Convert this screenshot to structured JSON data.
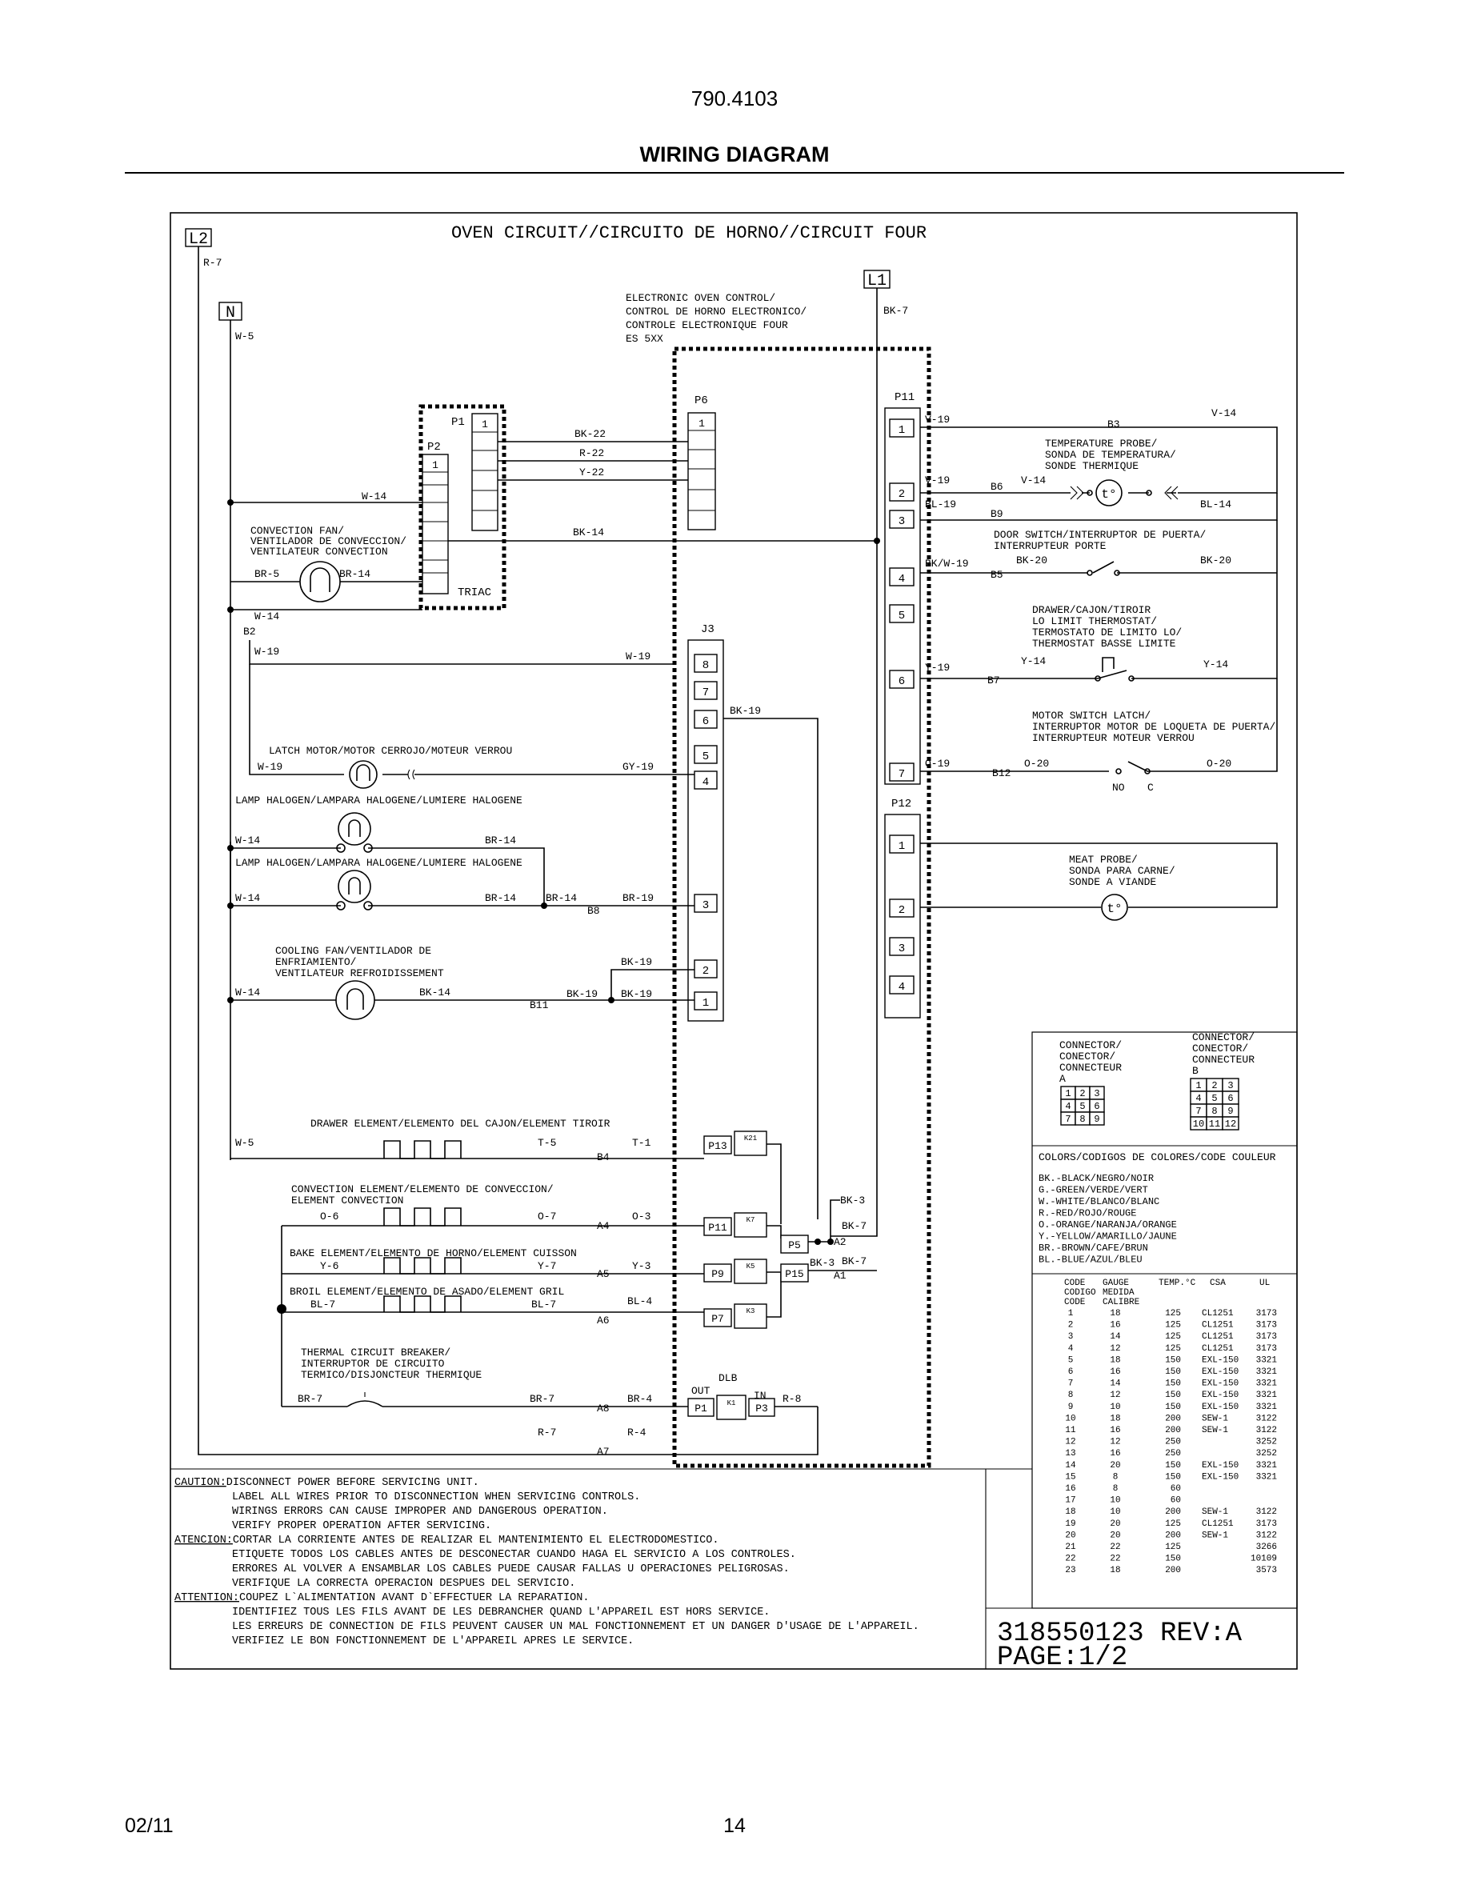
{
  "page": {
    "model": "790.4103",
    "title": "WIRING DIAGRAM",
    "date": "02/11",
    "page_number": "14"
  },
  "diagram": {
    "title": "OVEN CIRCUIT//CIRCUITO DE HORNO//CIRCUIT FOUR",
    "terminals": {
      "l2": "L2",
      "n": "N",
      "l1": "L1"
    },
    "control": {
      "lines": [
        "ELECTRONIC OVEN CONTROL/",
        "CONTROL DE HORNO ELECTRONICO/",
        "CONTROLE ELECTRONIQUE FOUR",
        "ES 5XX"
      ]
    },
    "connectors": {
      "p1": "P1",
      "p2": "P2",
      "p6": "P6",
      "p11": "P11",
      "p12": "P12",
      "j3": "J3",
      "triac": "TRIAC",
      "p13": "P13",
      "p11b": "P11",
      "p9": "P9",
      "p7": "P7",
      "p5": "P5",
      "p15": "P15",
      "p1b": "P1",
      "p3": "P3",
      "dlb": "DLB",
      "out": "OUT",
      "in": "IN",
      "k21": "K21",
      "k7": "K7",
      "k5": "K5",
      "k3": "K3",
      "k1": "K1"
    },
    "pins": {
      "one": "1",
      "two": "2",
      "three": "3",
      "four": "4",
      "five": "5",
      "six": "6",
      "seven": "7",
      "eight": "8"
    },
    "wires": {
      "r7": "R-7",
      "w5": "W-5",
      "bk7": "BK-7",
      "bk22": "BK-22",
      "r22": "R-22",
      "y22": "Y-22",
      "w14": "W-14",
      "bk14": "BK-14",
      "br5": "BR-5",
      "br14": "BR-14",
      "w19": "W-19",
      "gy19": "GY-19",
      "br19": "BR-19",
      "bk19": "BK-19",
      "t5": "T-5",
      "t1": "T-1",
      "o6": "O-6",
      "o7": "O-7",
      "o3": "O-3",
      "y6": "Y-6",
      "y7": "Y-7",
      "y3": "Y-3",
      "bl7": "BL-7",
      "bl4": "BL-4",
      "br7": "BR-7",
      "br4": "BR-4",
      "r8": "R-8",
      "r4": "R-4",
      "bk3": "BK-3",
      "v19": "V-19",
      "v14": "V-14",
      "bl19": "BL-19",
      "bl14": "BL-14",
      "bkw19": "BK/W-19",
      "bk20": "BK-20",
      "y19": "Y-19",
      "y14": "Y-14",
      "o19": "O-19",
      "o20": "O-20"
    },
    "nodes": {
      "b2": "B2",
      "b3": "B3",
      "b5": "B5",
      "b6": "B6",
      "b7": "B7",
      "b8": "B8",
      "b9": "B9",
      "b11": "B11",
      "b12": "B12",
      "b4": "B4",
      "a1": "A1",
      "a2": "A2",
      "a4": "A4",
      "a5": "A5",
      "a6": "A6",
      "a7": "A7",
      "a8": "A8",
      "no": "NO",
      "c": "C"
    },
    "components": {
      "conv_fan": [
        "CONVECTION FAN/",
        "VENTILADOR DE CONVECCION/",
        "VENTILATEUR CONVECTION"
      ],
      "latch_motor": "LATCH MOTOR/MOTOR CERROJO/MOTEUR VERROU",
      "lamp1": "LAMP HALOGEN/LAMPARA HALOGENE/LUMIERE HALOGENE",
      "lamp2": "LAMP HALOGEN/LAMPARA HALOGENE/LUMIERE HALOGENE",
      "cooling_fan": [
        "COOLING FAN/VENTILADOR DE",
        "ENFRIAMIENTO/",
        "VENTILATEUR REFROIDISSEMENT"
      ],
      "drawer_element": "DRAWER ELEMENT/ELEMENTO DEL CAJON/ELEMENT TIROIR",
      "conv_element": [
        "CONVECTION ELEMENT/ELEMENTO DE CONVECCION/",
        "ELEMENT CONVECTION"
      ],
      "bake_element": "BAKE ELEMENT/ELEMENTO DE HORNO/ELEMENT CUISSON",
      "broil_element": "BROIL ELEMENT/ELEMENTO DE ASADO/ELEMENT GRIL",
      "breaker": [
        "THERMAL CIRCUIT BREAKER/",
        "INTERRUPTOR DE CIRCUITO",
        "TERMICO/DISJONCTEUR THERMIQUE"
      ],
      "temp_probe": [
        "TEMPERATURE PROBE/",
        "SONDA DE TEMPERATURA/",
        "SONDE THERMIQUE"
      ],
      "door_switch": [
        "DOOR SWITCH/INTERRUPTOR DE PUERTA/",
        "INTERRUPTEUR PORTE"
      ],
      "drawer_thermostat": [
        "DRAWER/CAJON/TIROIR",
        "LO LIMIT THERMOSTAT/",
        "TERMOSTATO DE LIMITO LO/",
        "THERMOSTAT BASSE LIMITE"
      ],
      "motor_switch": [
        "MOTOR SWITCH LATCH/",
        "INTERRUPTOR MOTOR DE LOQUETA DE PUERTA/",
        "INTERRUPTEUR MOTEUR VERROU"
      ],
      "meat_probe": [
        "MEAT PROBE/",
        "SONDA PARA CARNE/",
        "SONDE A VIANDE"
      ],
      "probe_symbol": "t°"
    },
    "legend": {
      "connector_a": [
        "CONNECTOR/",
        "CONECTOR/",
        "CONNECTEUR",
        "A"
      ],
      "connector_b": [
        "CONNECTOR/",
        "CONECTOR/",
        "CONNECTEUR",
        "B"
      ],
      "grid_a": [
        [
          "1",
          "2",
          "3"
        ],
        [
          "4",
          "5",
          "6"
        ],
        [
          "7",
          "8",
          "9"
        ]
      ],
      "grid_b": [
        [
          "1",
          "2",
          "3"
        ],
        [
          "4",
          "5",
          "6"
        ],
        [
          "7",
          "8",
          "9"
        ],
        [
          "10",
          "11",
          "12"
        ]
      ],
      "colors_title": "COLORS/CODIGOS DE COLORES/CODE COULEUR",
      "colors": [
        "BK.-BLACK/NEGRO/NOIR",
        "G.-GREEN/VERDE/VERT",
        "W.-WHITE/BLANCO/BLANC",
        "R.-RED/ROJO/ROUGE",
        "O.-ORANGE/NARANJA/ORANGE",
        "Y.-YELLOW/AMARILLO/JAUNE",
        "BR.-BROWN/CAFE/BRUN",
        "BL.-BLUE/AZUL/BLEU"
      ],
      "gauge_headers": {
        "code": [
          "CODE",
          "CODIGO",
          "CODE"
        ],
        "gauge": [
          "GAUGE",
          "MEDIDA",
          "CALIBRE"
        ],
        "temp": "TEMP.°C",
        "csa": "CSA",
        "ul": "UL"
      },
      "gauge_rows": [
        [
          "1",
          "18",
          "125",
          "CL1251",
          "3173"
        ],
        [
          "2",
          "16",
          "125",
          "CL1251",
          "3173"
        ],
        [
          "3",
          "14",
          "125",
          "CL1251",
          "3173"
        ],
        [
          "4",
          "12",
          "125",
          "CL1251",
          "3173"
        ],
        [
          "5",
          "18",
          "150",
          "EXL-150",
          "3321"
        ],
        [
          "6",
          "16",
          "150",
          "EXL-150",
          "3321"
        ],
        [
          "7",
          "14",
          "150",
          "EXL-150",
          "3321"
        ],
        [
          "8",
          "12",
          "150",
          "EXL-150",
          "3321"
        ],
        [
          "9",
          "10",
          "150",
          "EXL-150",
          "3321"
        ],
        [
          "10",
          "18",
          "200",
          "SEW-1",
          "3122"
        ],
        [
          "11",
          "16",
          "200",
          "SEW-1",
          "3122"
        ],
        [
          "12",
          "12",
          "250",
          "",
          "3252"
        ],
        [
          "13",
          "16",
          "250",
          "",
          "3252"
        ],
        [
          "14",
          "20",
          "150",
          "EXL-150",
          "3321"
        ],
        [
          "15",
          "8",
          "150",
          "EXL-150",
          "3321"
        ],
        [
          "16",
          "8",
          "60",
          "",
          ""
        ],
        [
          "17",
          "10",
          "60",
          "",
          ""
        ],
        [
          "18",
          "10",
          "200",
          "SEW-1",
          "3122"
        ],
        [
          "19",
          "20",
          "125",
          "CL1251",
          "3173"
        ],
        [
          "20",
          "20",
          "200",
          "SEW-1",
          "3122"
        ],
        [
          "21",
          "22",
          "125",
          "",
          "3266"
        ],
        [
          "22",
          "22",
          "150",
          "",
          "10109"
        ],
        [
          "23",
          "18",
          "200",
          "",
          "3573"
        ]
      ]
    },
    "caution": {
      "en_label": "CAUTION:",
      "en": [
        "DISCONNECT POWER BEFORE SERVICING UNIT.",
        "LABEL ALL WIRES PRIOR TO DISCONNECTION WHEN SERVICING CONTROLS.",
        "WIRINGS ERRORS CAN CAUSE IMPROPER AND DANGEROUS OPERATION.",
        "VERIFY PROPER OPERATION AFTER SERVICING."
      ],
      "es_label": "ATENCION:",
      "es": [
        "CORTAR LA CORRIENTE ANTES DE REALIZAR EL MANTENIMIENTO EL ELECTRODOMESTICO.",
        "ETIQUETE TODOS LOS CABLES ANTES DE DESCONECTAR CUANDO HAGA EL SERVICIO A LOS CONTROLES.",
        "ERRORES AL VOLVER A ENSAMBLAR LOS CABLES PUEDE CAUSAR FALLAS U OPERACIONES PELIGROSAS.",
        "VERIFIQUE LA CORRECTA OPERACION DESPUES DEL SERVICIO."
      ],
      "fr_label": "ATTENTION:",
      "fr": [
        "COUPEZ L`ALIMENTATION AVANT D`EFFECTUER LA REPARATION.",
        "IDENTIFIEZ TOUS LES FILS AVANT DE LES DEBRANCHER QUAND L'APPAREIL EST HORS SERVICE.",
        "LES ERREURS DE CONNECTION DE FILS PEUVENT CAUSER UN MAL FONCTIONNEMENT ET UN DANGER D'USAGE DE L'APPAREIL.",
        "VERIFIEZ LE BON FONCTIONNEMENT DE L'APPAREIL APRES LE SERVICE."
      ]
    },
    "part": {
      "number": "318550123 REV:A",
      "page": "PAGE:1/2"
    }
  }
}
